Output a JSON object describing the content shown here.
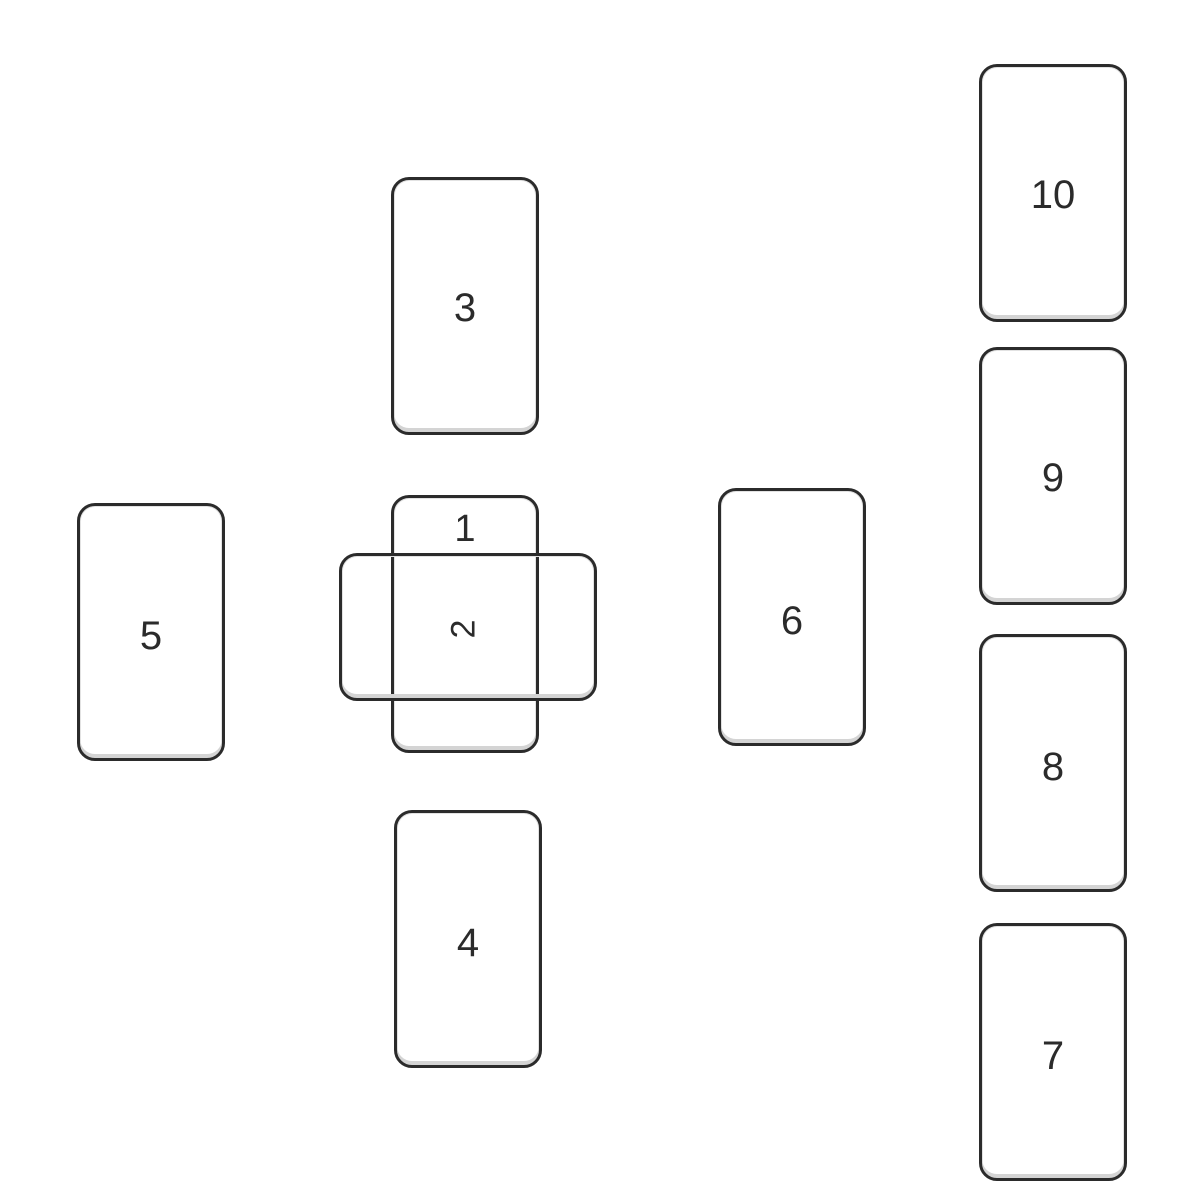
{
  "spread": {
    "cards": [
      {
        "label": "1"
      },
      {
        "label": "2"
      },
      {
        "label": "3"
      },
      {
        "label": "4"
      },
      {
        "label": "5"
      },
      {
        "label": "6"
      },
      {
        "label": "7"
      },
      {
        "label": "8"
      },
      {
        "label": "9"
      },
      {
        "label": "10"
      }
    ]
  },
  "colors": {
    "outline": "#2b2b2b",
    "background": "#ffffff"
  }
}
